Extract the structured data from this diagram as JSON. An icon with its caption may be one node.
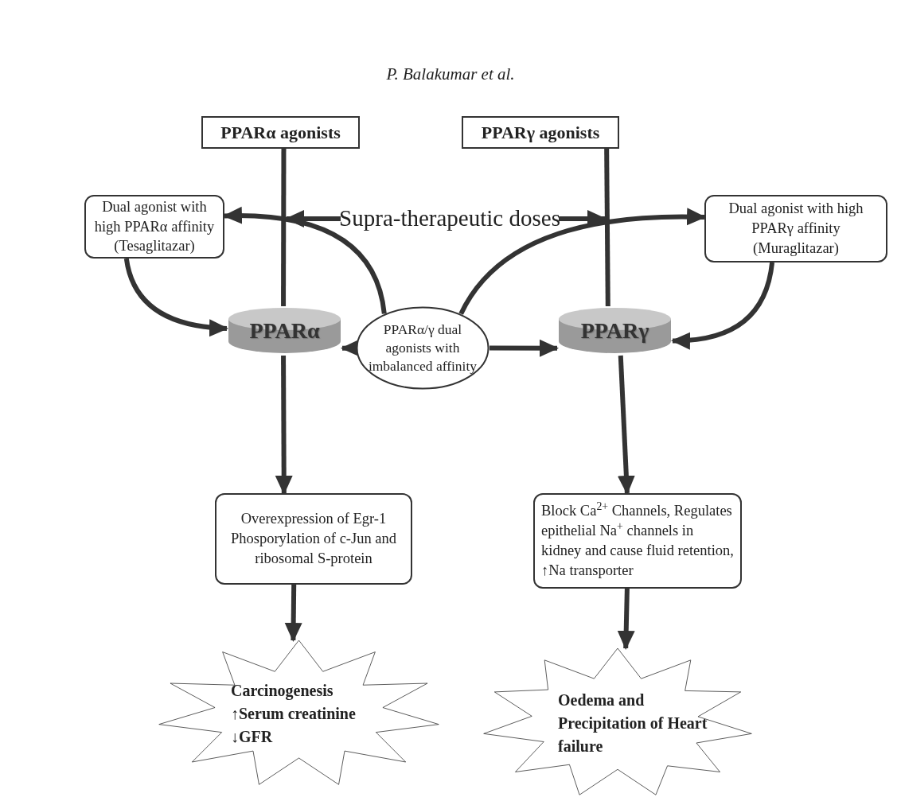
{
  "diagram": {
    "nodes": [
      {
        "text": [
          "PPARα agonists"
        ]
      },
      {
        "text": [
          "PPARγ agonists"
        ]
      },
      {
        "text": [
          "Dual agonist with high PPARα affinity (Tesaglitazar)"
        ]
      },
      {
        "text": [
          "Dual agonist with high PPARγ affinity (Muraglitazar)"
        ]
      },
      {
        "text": [
          "Supra-therapeutic doses"
        ]
      },
      {
        "text": [
          "PPARα"
        ]
      },
      {
        "text": [
          "PPARα/γ dual agonists with imbalanced affinity"
        ]
      },
      {
        "text": [
          "PPARγ"
        ]
      },
      {
        "text": [
          "Overexpression of Egr-1",
          "Phosporylation of c-Jun and ribosomal S-protein"
        ]
      },
      {
        "text": [
          "Block Ca$^{2+}$ Channels, Regulates epithelial Na$^{+}$ channels in kidney and cause fluid retention, ↑Na transporter"
        ]
      },
      {
        "text": [
          "Carcinogenesis",
          "↑Serum creatinine",
          "↓GFR"
        ]
      },
      {
        "text": [
          "Oedema and Precipitation of Heart failure"
        ]
      }
    ],
    "edges": [
      {
        "from": 0,
        "to": 5,
        "arrow": "none"
      },
      {
        "from": 1,
        "to": 7,
        "arrow": "none"
      },
      {
        "from": 2,
        "to": 5,
        "arrow": "to"
      },
      {
        "from": 3,
        "to": 7,
        "arrow": "to"
      },
      {
        "from": 6,
        "to": 2,
        "arrow": "to"
      },
      {
        "from": 6,
        "to": 3,
        "arrow": "to"
      },
      {
        "from": 6,
        "to": 5,
        "arrow": "to"
      },
      {
        "from": 6,
        "to": 7,
        "arrow": "to"
      },
      {
        "from": 5,
        "to": 8,
        "arrow": "to"
      },
      {
        "from": 7,
        "to": 9,
        "arrow": "to"
      },
      {
        "from": 8,
        "to": 10,
        "arrow": "to"
      },
      {
        "from": 9,
        "to": 11,
        "arrow": "to"
      },
      {
        "from": 4,
        "to": null,
        "arrow": "to"
      },
      {
        "from": 4,
        "to": null,
        "arrow": "to"
      }
    ],
    "labels": [
      "P. Balakumar et al."
    ]
  }
}
